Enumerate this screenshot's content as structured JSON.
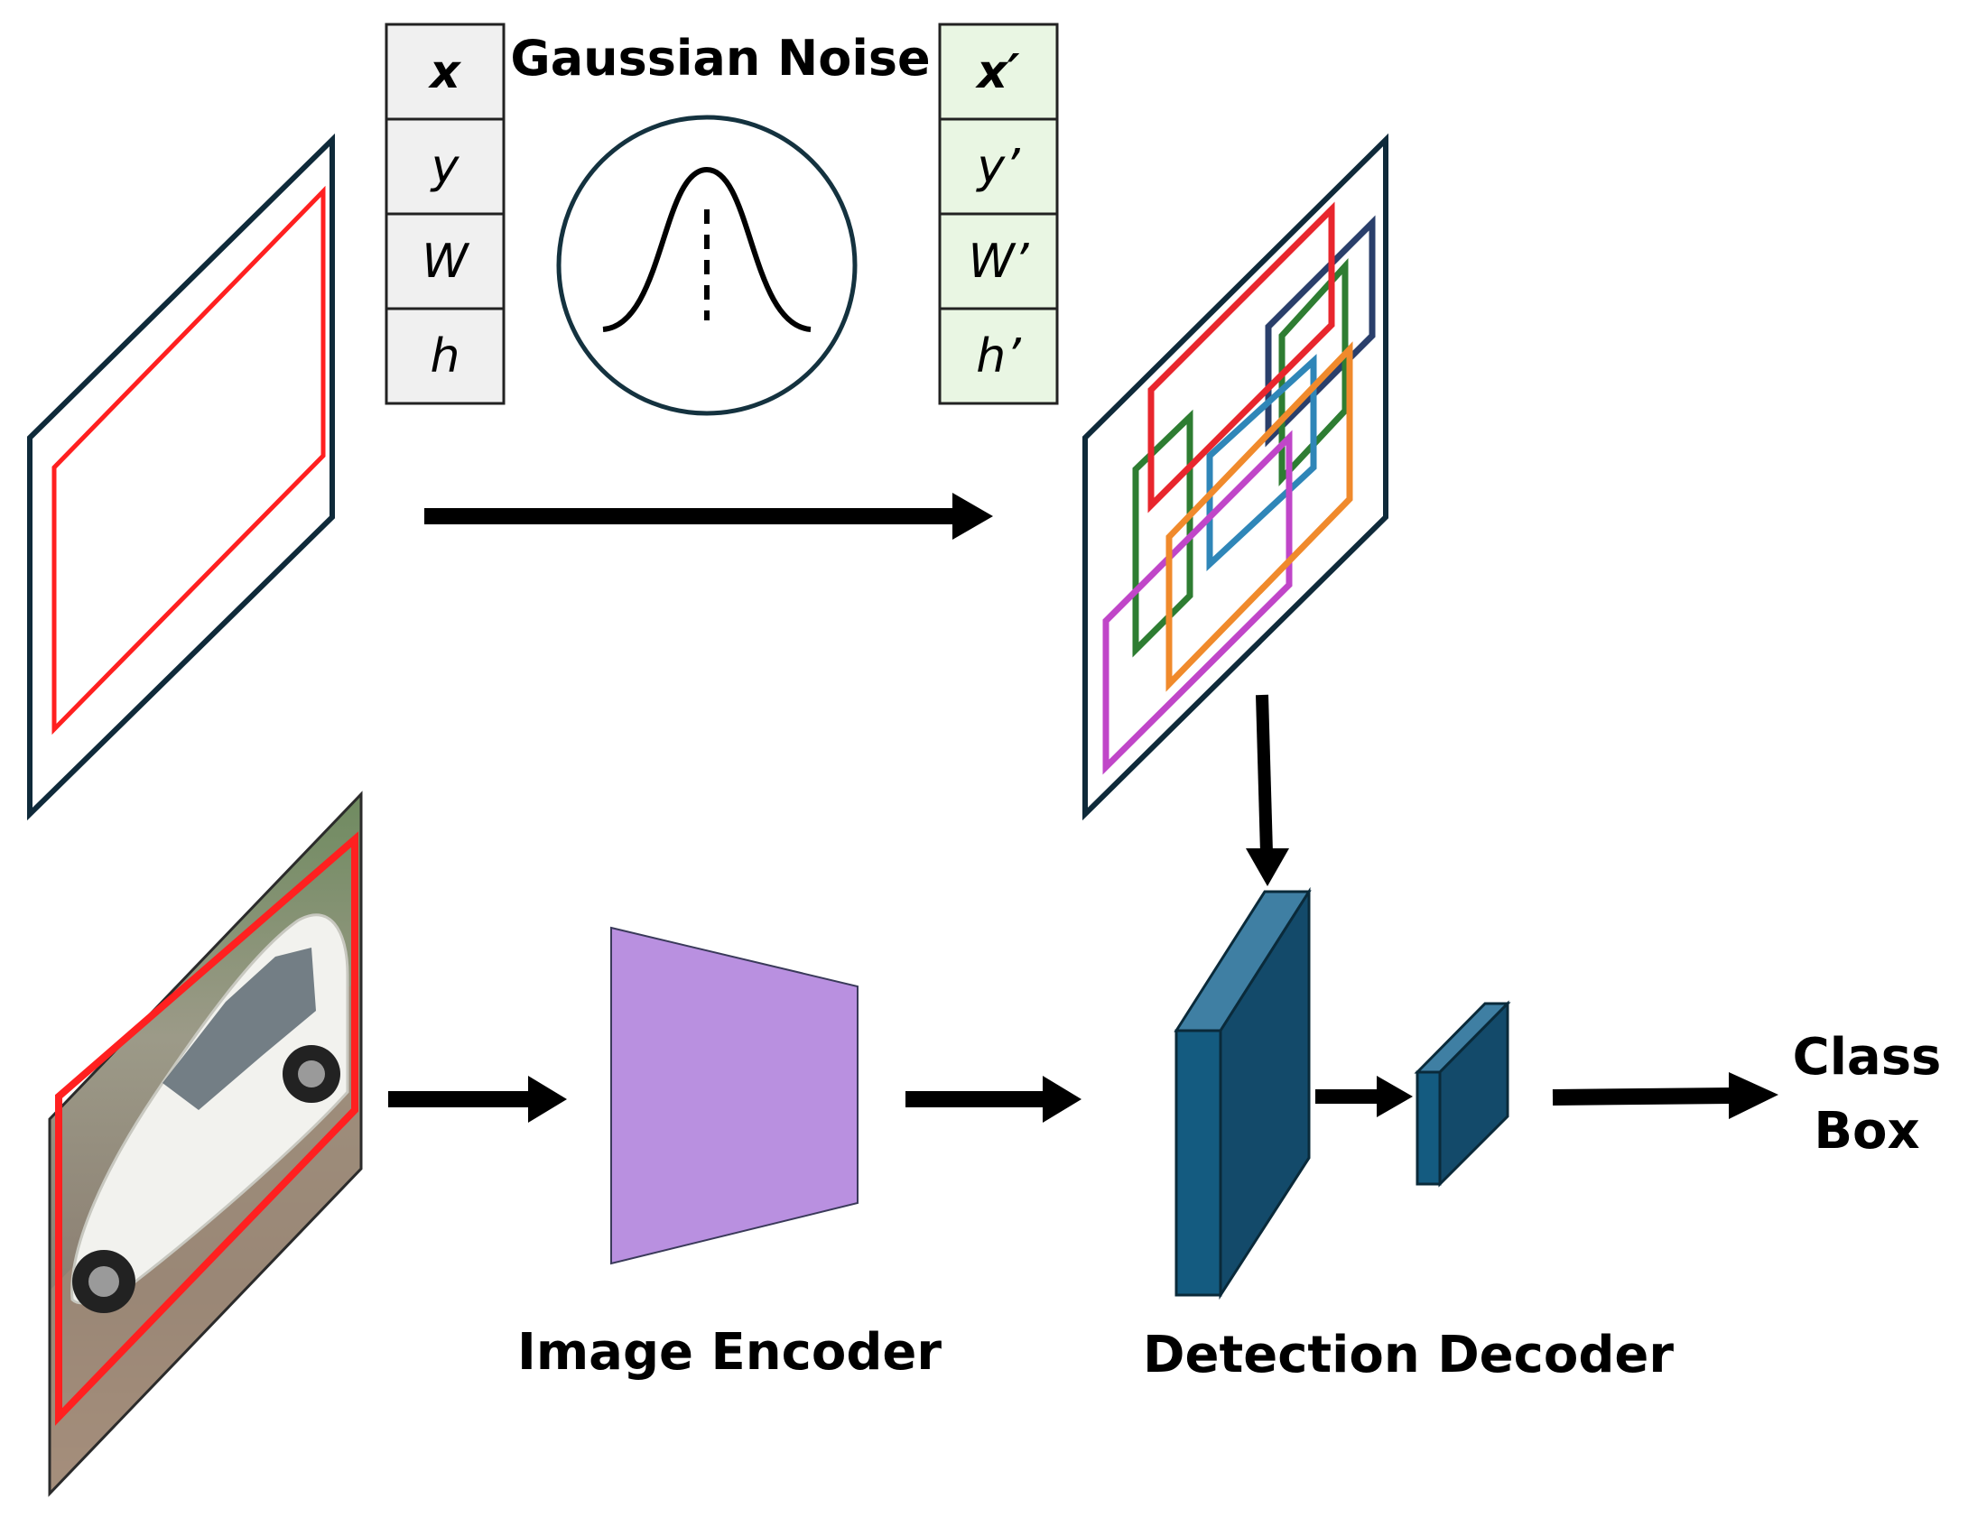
{
  "labels": {
    "gaussian_noise": "Gaussian Noise",
    "image_encoder": "Image Encoder",
    "detection_decoder": "Detection Decoder",
    "output_line1": "Class",
    "output_line2": "Box"
  },
  "input_box_vars": [
    "x",
    "y",
    "W",
    "h"
  ],
  "noisy_box_vars": [
    "x′",
    "y’",
    "W’",
    "h’"
  ],
  "colors": {
    "frame": "#0f2a3a",
    "gt_box": "#ff2020",
    "encoder": "#b990e0",
    "decoder_front": "#145b80",
    "decoder_face": "#134a6a",
    "decoder_top": "#3f7fa3",
    "input_cells": "#f0f0f0",
    "noisy_cells": "#e9f6e3",
    "noisy_boxes": [
      "#e8262d",
      "#2e7d32",
      "#2a3f6b",
      "#2f86b8",
      "#f08a2c",
      "#c046c8"
    ]
  }
}
